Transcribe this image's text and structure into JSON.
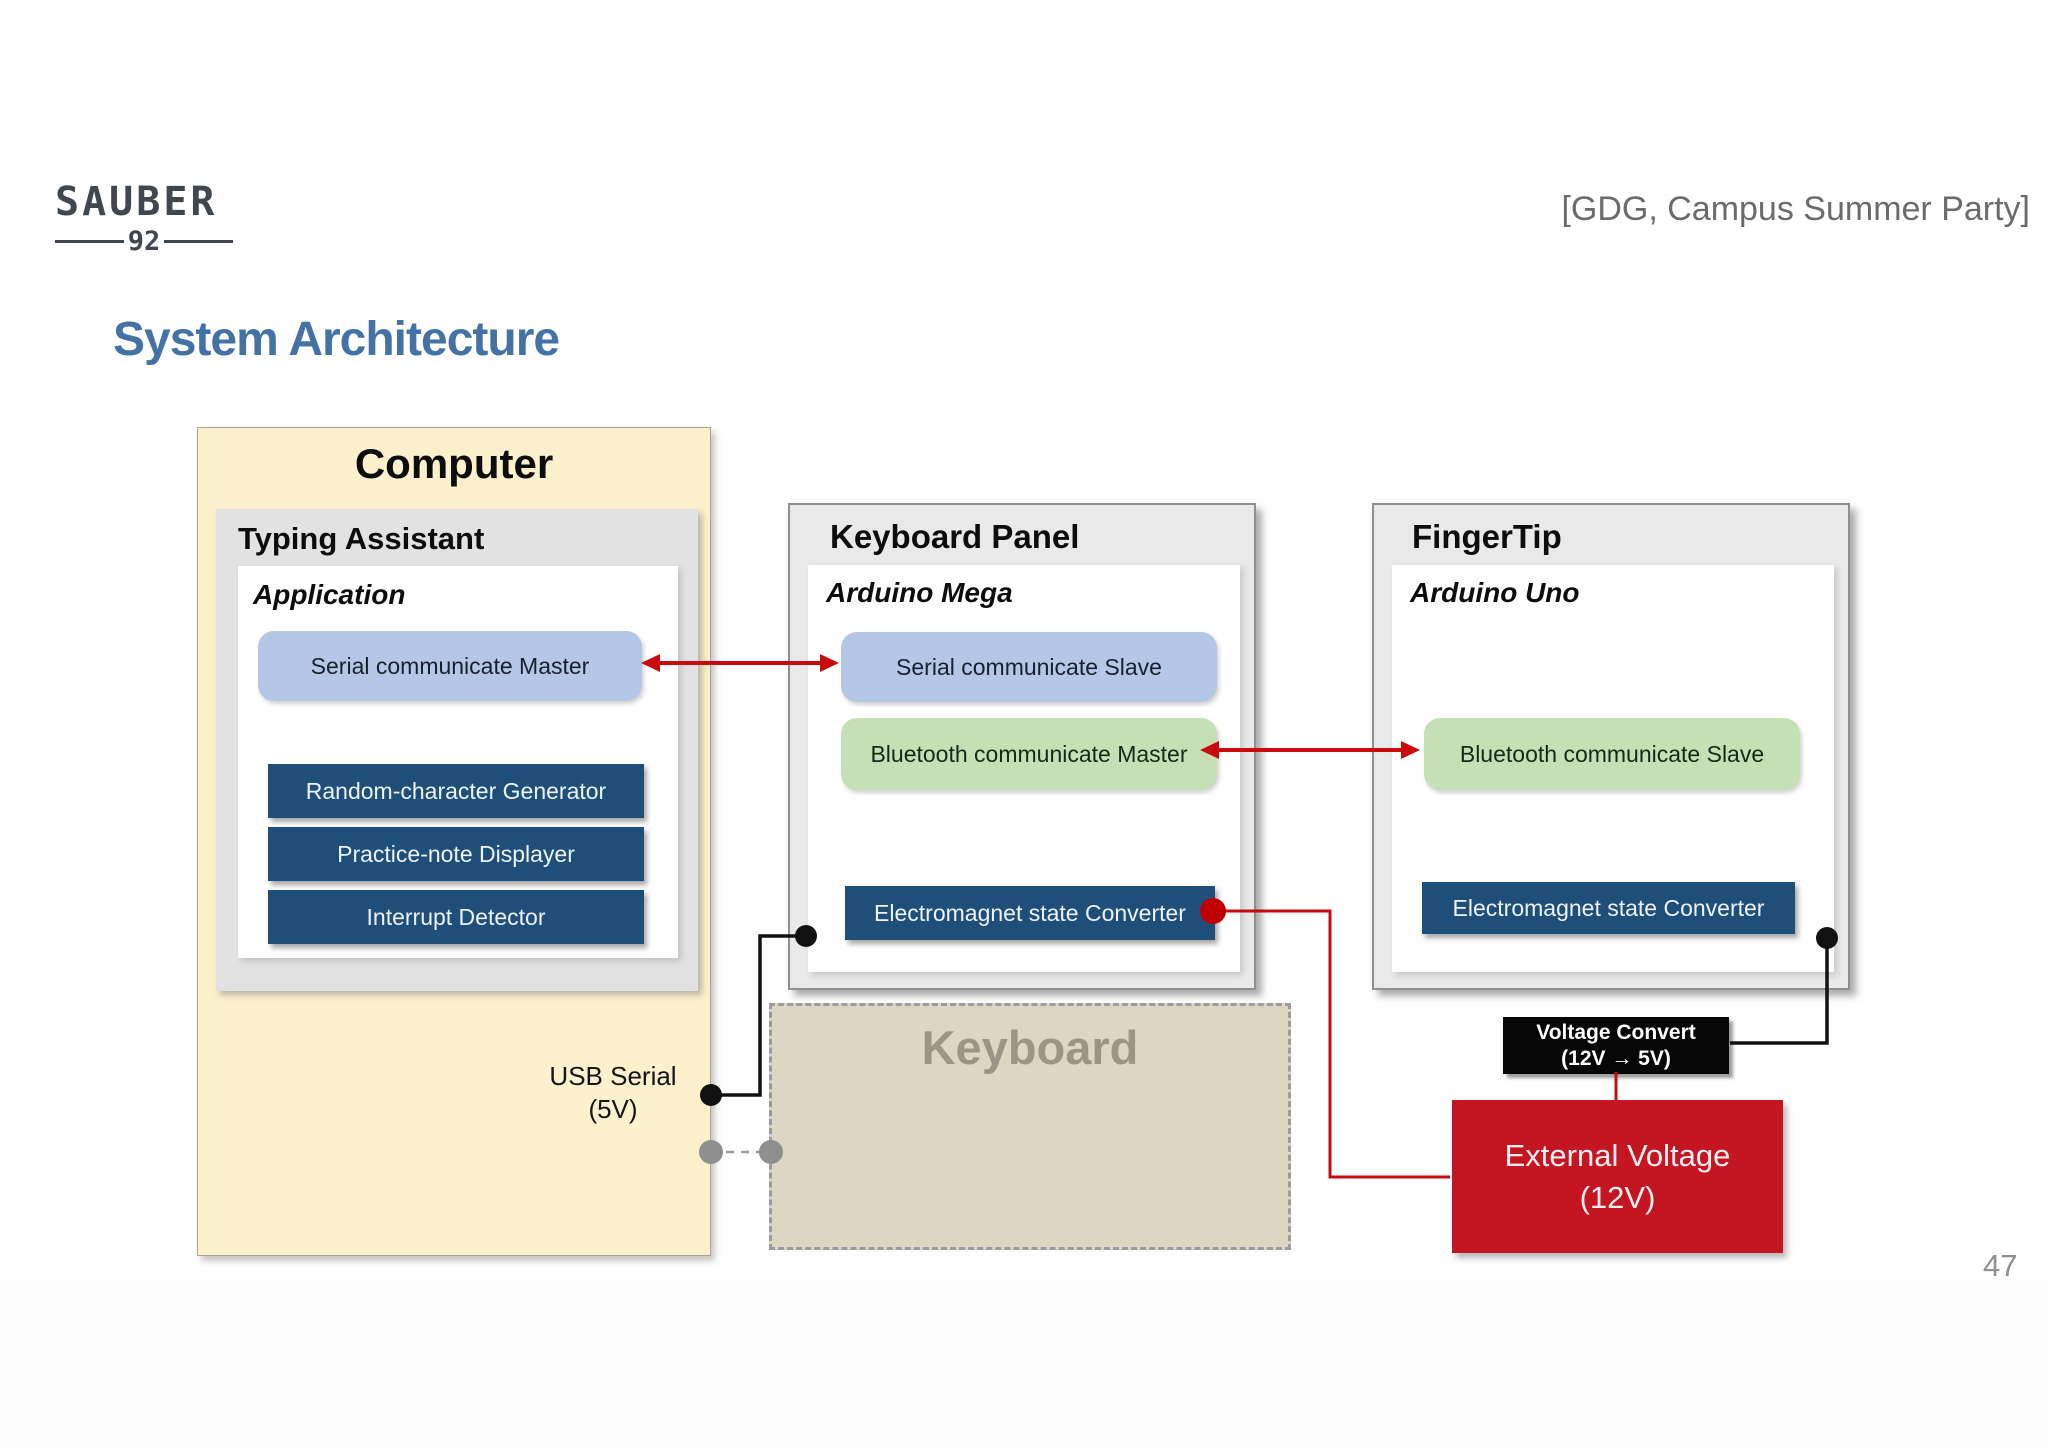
{
  "header": {
    "logo_text": "SAUBER",
    "logo_number": "92",
    "event_label": "[GDG, Campus Summer Party]"
  },
  "title": "System Architecture",
  "page_number": "47",
  "colors": {
    "title_blue": "#4472A4",
    "box_yellow": "#FBF1CD",
    "chip_blue": "#B4C7E7",
    "chip_green": "#C5E0B4",
    "chip_dark": "#1F4E79",
    "wire_red": "#C90B0F",
    "voltage_red": "#C31522",
    "panel_gray": "#E9E9E9",
    "keyboard_beige": "#DCD6C3"
  },
  "computer": {
    "title": "Computer",
    "panel_title": "Typing Assistant",
    "platform": "Application",
    "serial_box": "Serial communicate Master",
    "modules": [
      "Random-character Generator",
      "Practice-note Displayer",
      "Interrupt Detector"
    ]
  },
  "keyboard_panel": {
    "title": "Keyboard Panel",
    "platform": "Arduino Mega",
    "serial_box": "Serial communicate Slave",
    "bluetooth_box": "Bluetooth communicate Master",
    "electromagnet_box": "Electromagnet state Converter"
  },
  "fingertip": {
    "title": "FingerTip",
    "platform": "Arduino Uno",
    "bluetooth_box": "Bluetooth communicate Slave",
    "electromagnet_box": "Electromagnet state Converter"
  },
  "keyboard": {
    "label": "Keyboard"
  },
  "usb_label": {
    "line1": "USB Serial",
    "line2": "(5V)"
  },
  "voltage_convert": {
    "line1": "Voltage Convert",
    "line2": "(12V → 5V)"
  },
  "external_voltage": {
    "line1": "External Voltage",
    "line2": "(12V)"
  }
}
